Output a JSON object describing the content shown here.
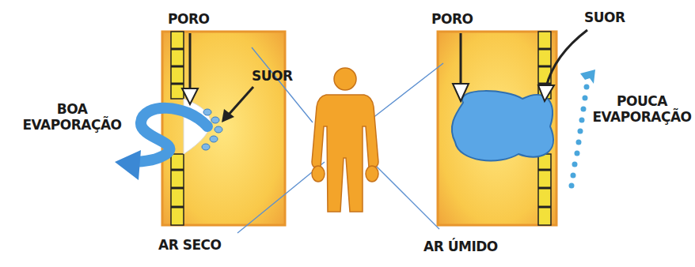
{
  "diagram": {
    "labels": [
      "PORO",
      "SUOR",
      "BOA EVAPORAÇÃO",
      "AR SECO",
      "PORO",
      "SUOR",
      "POUCA EVAPORAÇÃO",
      "AR ÚMIDO"
    ]
  }
}
